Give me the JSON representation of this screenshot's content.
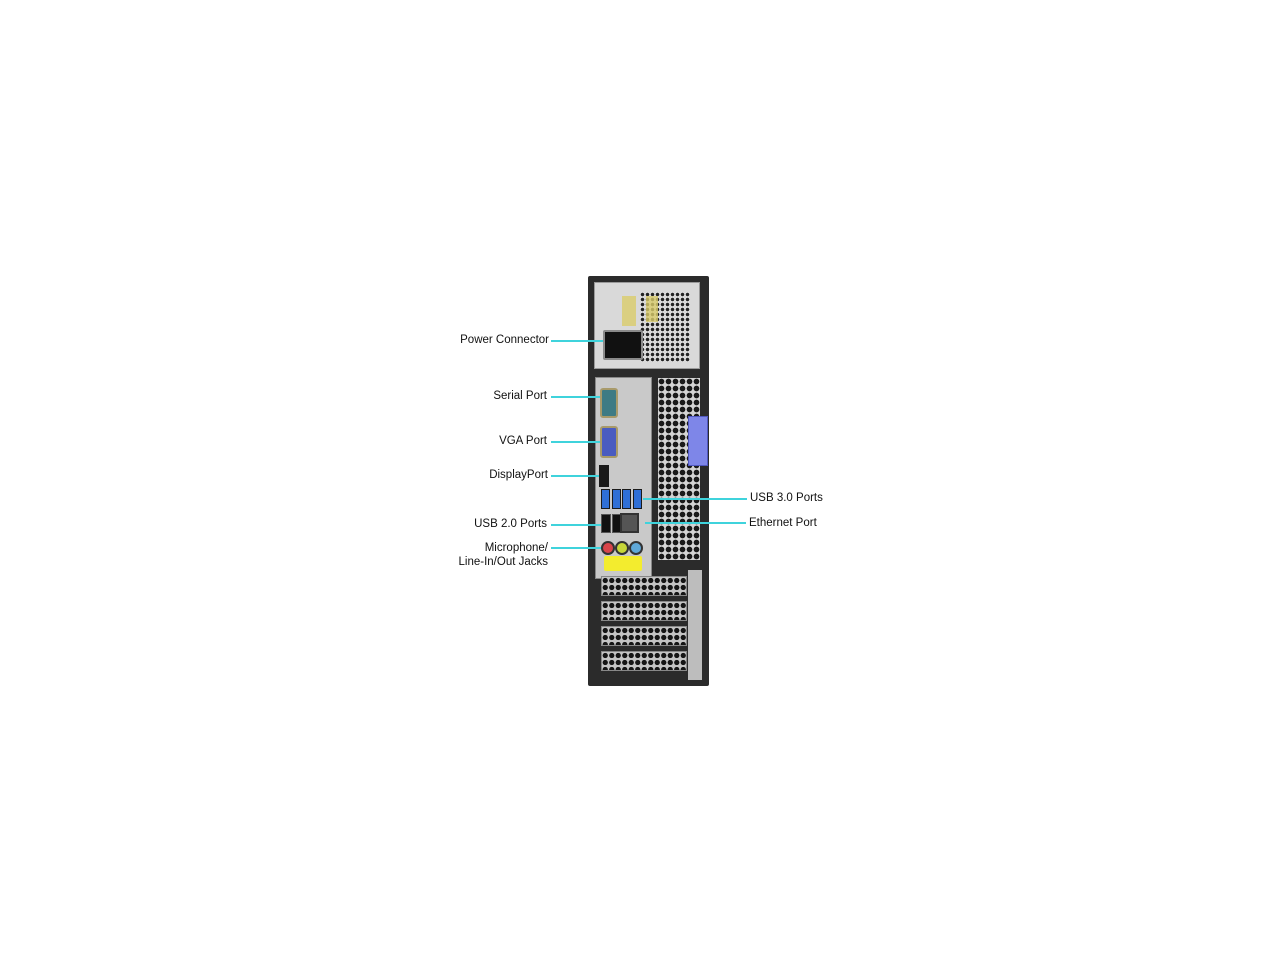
{
  "diagram": {
    "subject": "Small form factor desktop PC - rear panel",
    "callouts_left": [
      {
        "id": "power-connector",
        "label": "Power Connector"
      },
      {
        "id": "serial-port",
        "label": "Serial Port"
      },
      {
        "id": "vga-port",
        "label": "VGA Port"
      },
      {
        "id": "displayport",
        "label": "DisplayPort"
      },
      {
        "id": "usb-2-ports",
        "label": "USB 2.0 Ports"
      },
      {
        "id": "audio-jacks",
        "label_line1": "Microphone/",
        "label_line2": "Line-In/Out Jacks"
      }
    ],
    "callouts_right": [
      {
        "id": "usb-3-ports",
        "label": "USB 3.0 Ports"
      },
      {
        "id": "ethernet-port",
        "label": "Ethernet Port"
      }
    ],
    "colors": {
      "leader_line": "#3fd3dc",
      "usb3_blue": "#2f6fd6",
      "latch_blue": "#7e86e8",
      "label_yellow": "#f3ec2e",
      "chassis": "#2b2b2b"
    }
  }
}
